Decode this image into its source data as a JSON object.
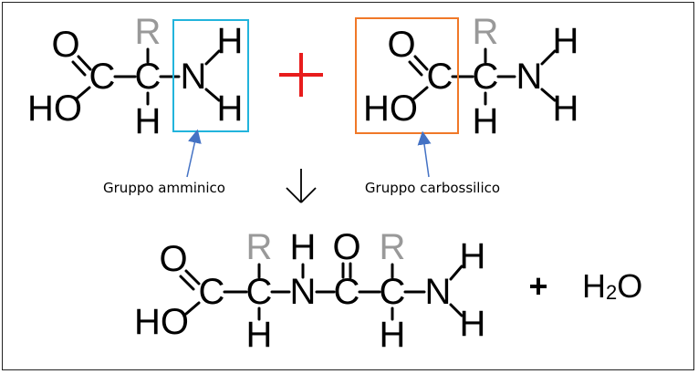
{
  "colors": {
    "r_group": "#999999",
    "amino_box": "#22b4dc",
    "carboxyl_box": "#f07828",
    "plus_red": "#e81c1c",
    "callout_arrow": "#4472c4"
  },
  "atoms": {
    "O": "O",
    "C": "C",
    "H": "H",
    "N": "N",
    "R": "R",
    "HO": "HO"
  },
  "labels": {
    "amino": "Gruppo amminico",
    "carboxyl": "Gruppo carbossilico",
    "product_plus": "+",
    "water_h": "H",
    "water_sub": "2",
    "water_o": "O"
  }
}
